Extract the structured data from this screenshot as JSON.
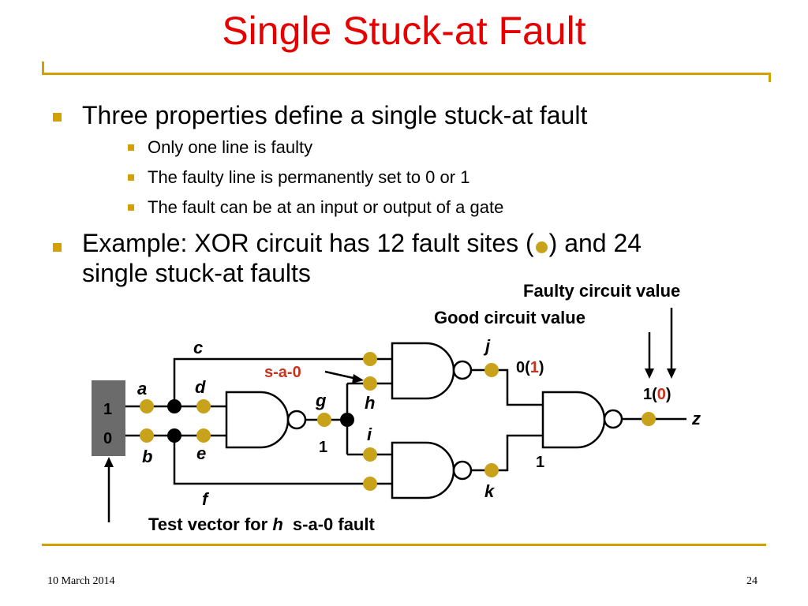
{
  "title": "Single Stuck-at Fault",
  "bullets": {
    "b1": "Three properties define a single stuck-at fault",
    "b1_sub": [
      "Only one line is faulty",
      "The faulty line is permanently set to 0 or 1",
      "The fault can be at an input or output of a gate"
    ],
    "b2_pre": "Example: XOR circuit has 12 fault sites (",
    "b2_post": ") and 24",
    "b2_line2": "single stuck-at faults"
  },
  "diagram": {
    "faulty_label": "Faulty circuit value",
    "good_label": "Good circuit value",
    "fault_label": "s-a-0",
    "wires": {
      "a": "a",
      "b": "b",
      "c": "c",
      "d": "d",
      "e": "e",
      "f": "f",
      "g": "g",
      "h": "h",
      "i": "i",
      "j": "j",
      "k": "k",
      "z": "z"
    },
    "inputs": {
      "top": "1",
      "bottom": "0"
    },
    "values": {
      "g": "1",
      "k": "1",
      "j_good": "0(",
      "j_faulty": "1",
      ")": ")",
      "z_good": "1(",
      "z_faulty": "0",
      "close": ")"
    },
    "test_vector_pre": "Test vector for",
    "test_vector_var": "h",
    "test_vector_post": "s-a-0 fault"
  },
  "footer": {
    "date": "10 March 2014",
    "page": "24"
  },
  "colors": {
    "title": "#e60000",
    "rule": "#d4a000",
    "site": "#c9a21b",
    "faulty": "#c8331e"
  }
}
